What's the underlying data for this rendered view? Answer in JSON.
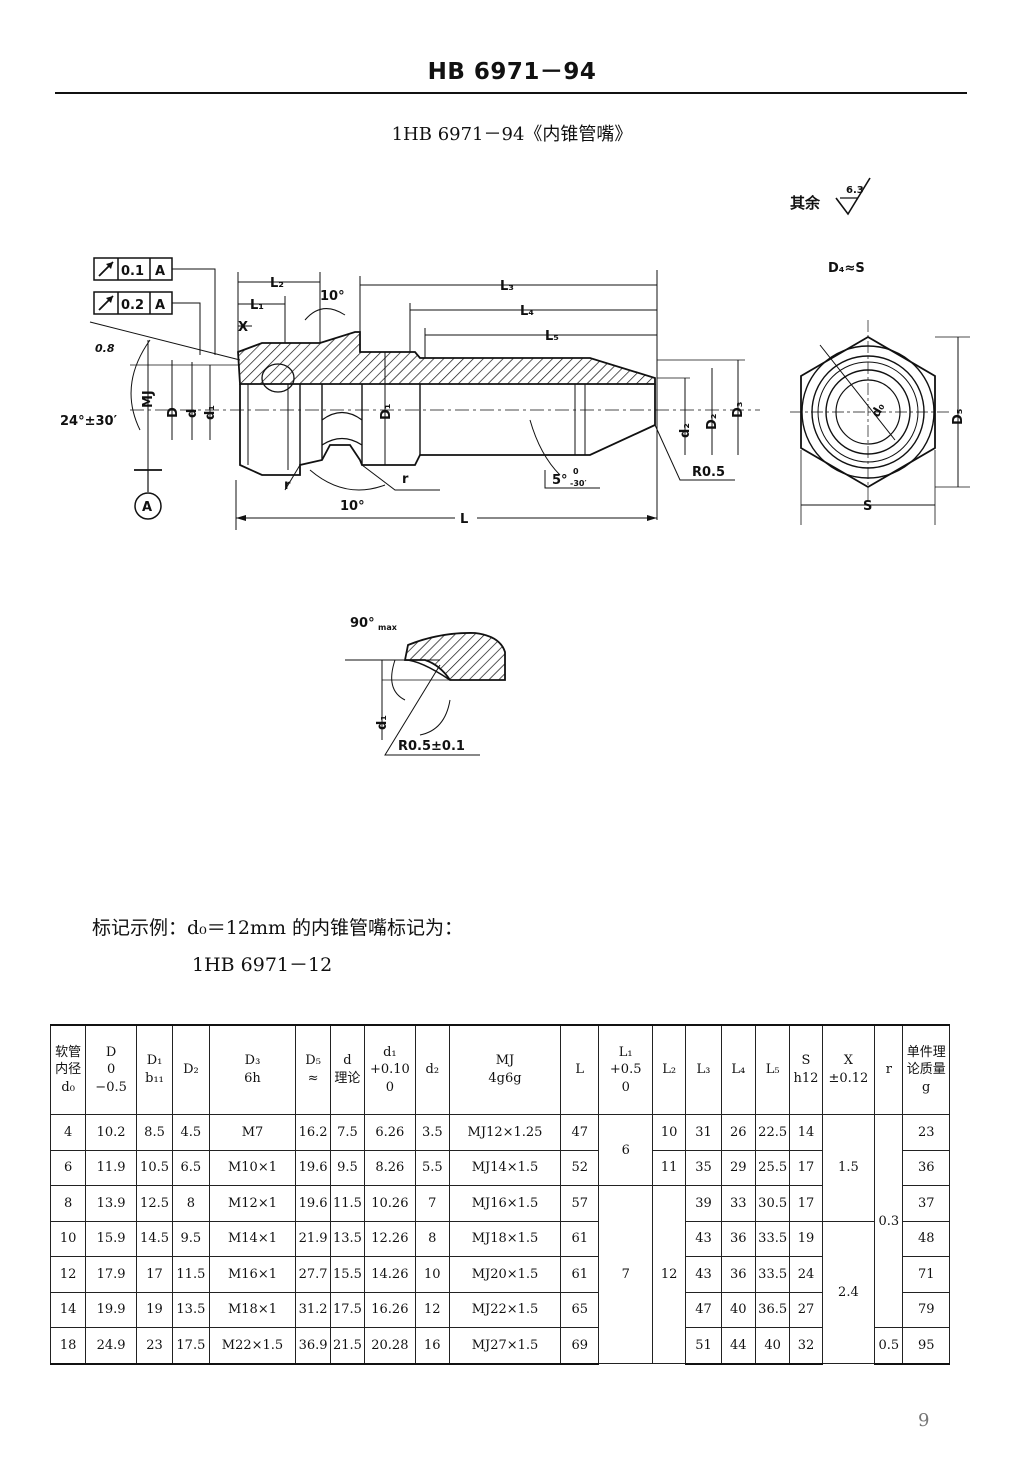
{
  "header": {
    "code": "HB 6971－94"
  },
  "subtitle": "1HB 6971－94《内锥管嘴》",
  "drawing": {
    "roughness_prefix": "其余",
    "roughness_value": "6.3",
    "hex_note": "D₄≈S",
    "tolerance_frames": [
      {
        "value": "0.1",
        "datum": "A"
      },
      {
        "value": "0.2",
        "datum": "A"
      }
    ],
    "dims": {
      "L": "L",
      "L1": "L₁",
      "L2": "L₂",
      "L3": "L₃",
      "L4": "L₄",
      "L5": "L₅",
      "X": "X",
      "angle10_top": "10°",
      "angle10_bottom": "10°",
      "angle24": "24°±30′",
      "roughness_small": "0.8",
      "MJ": "MJ",
      "D": "D",
      "d": "d",
      "d1": "d₁",
      "D1": "D₁",
      "d2": "d₂",
      "D2": "D₂",
      "D3": "D₃",
      "r_left": "r",
      "r_right": "r",
      "angle5": "5°",
      "angle5_tol_upper": "0",
      "angle5_tol_lower": "-30′",
      "R05": "R0.5",
      "datum_A": "A",
      "hex_S": "S",
      "hex_D5": "D₅",
      "hex_d0": "d₀"
    },
    "detail": {
      "angle": "90°",
      "angle_sub": "max",
      "d1": "d₁",
      "radius": "R0.5±0.1"
    }
  },
  "marking": {
    "example": "标记示例：d₀＝12mm 的内锥管嘴标记为：",
    "code": "1HB 6971－12"
  },
  "table": {
    "headers": [
      [
        "软管",
        "内径",
        "d₀"
      ],
      [
        "D",
        "0",
        "−0.5"
      ],
      [
        "D₁",
        "b₁₁"
      ],
      [
        "D₂"
      ],
      [
        "D₃",
        "6h"
      ],
      [
        "D₅",
        "≈"
      ],
      [
        "d",
        "理论"
      ],
      [
        "d₁",
        "+0.10",
        "0"
      ],
      [
        "d₂"
      ],
      [
        "MJ",
        "4g6g"
      ],
      [
        "L"
      ],
      [
        "L₁",
        "+0.5",
        "0"
      ],
      [
        "L₂"
      ],
      [
        "L₃"
      ],
      [
        "L₄"
      ],
      [
        "L₅"
      ],
      [
        "S",
        "h12"
      ],
      [
        "X",
        "±0.12"
      ],
      [
        "r"
      ],
      [
        "单件理",
        "论质量",
        "g"
      ]
    ],
    "rows": [
      [
        "4",
        "10.2",
        "8.5",
        "4.5",
        "M7",
        "16.2",
        "7.5",
        "6.26",
        "3.5",
        "MJ12×1.25",
        "47",
        "",
        "10",
        "31",
        "26",
        "22.5",
        "14",
        "",
        "",
        "23"
      ],
      [
        "6",
        "11.9",
        "10.5",
        "6.5",
        "M10×1",
        "19.6",
        "9.5",
        "8.26",
        "5.5",
        "MJ14×1.5",
        "52",
        "6",
        "11",
        "35",
        "29",
        "25.5",
        "17",
        "1.5",
        "",
        "36"
      ],
      [
        "8",
        "13.9",
        "12.5",
        "8",
        "M12×1",
        "19.6",
        "11.5",
        "10.26",
        "7",
        "MJ16×1.5",
        "57",
        "",
        "",
        "39",
        "33",
        "30.5",
        "17",
        "",
        "",
        "37"
      ],
      [
        "10",
        "15.9",
        "14.5",
        "9.5",
        "M14×1",
        "21.9",
        "13.5",
        "12.26",
        "8",
        "MJ18×1.5",
        "61",
        "",
        "",
        "43",
        "36",
        "33.5",
        "19",
        "",
        "0.3",
        "48"
      ],
      [
        "12",
        "17.9",
        "17",
        "11.5",
        "M16×1",
        "27.7",
        "15.5",
        "14.26",
        "10",
        "MJ20×1.5",
        "61",
        "7",
        "12",
        "43",
        "36",
        "33.5",
        "24",
        "2.4",
        "",
        "71"
      ],
      [
        "14",
        "19.9",
        "19",
        "13.5",
        "M18×1",
        "31.2",
        "17.5",
        "16.26",
        "12",
        "MJ22×1.5",
        "65",
        "",
        "",
        "47",
        "40",
        "36.5",
        "27",
        "",
        "",
        "79"
      ],
      [
        "18",
        "24.9",
        "23",
        "17.5",
        "M22×1.5",
        "36.9",
        "21.5",
        "20.28",
        "16",
        "MJ27×1.5",
        "69",
        "",
        "",
        "51",
        "44",
        "40",
        "32",
        "",
        "0.5",
        "95"
      ]
    ]
  },
  "page_number": "9"
}
